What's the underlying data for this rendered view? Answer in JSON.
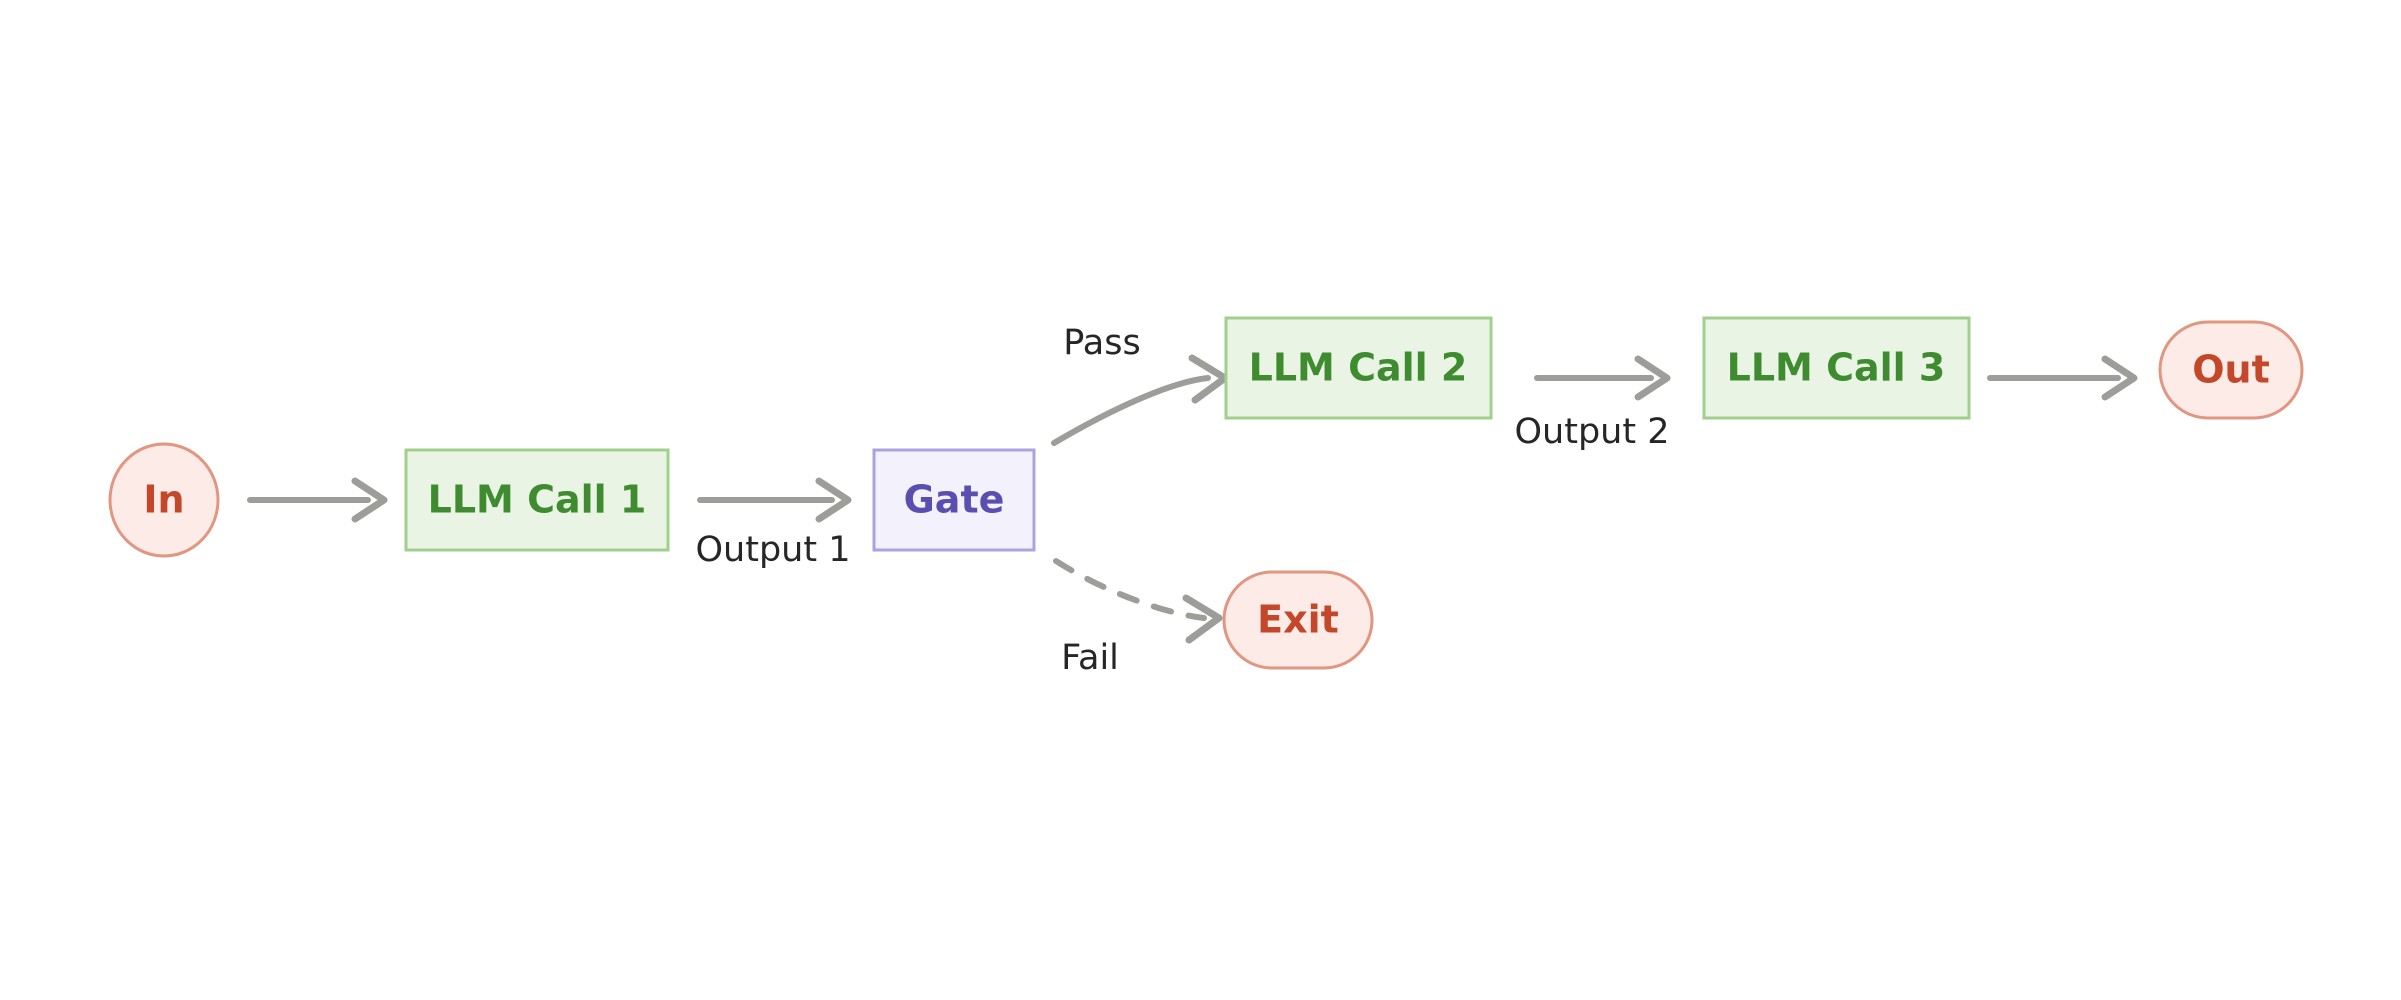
{
  "diagram": {
    "type": "flowchart",
    "orientation": "left-to-right",
    "background_color": "#ffffff",
    "nodes": [
      {
        "id": "in",
        "label": "In",
        "shape": "ellipse",
        "fill": "#fcebe6",
        "stroke": "#e09680",
        "text_color": "#c4472a"
      },
      {
        "id": "llm1",
        "label": "LLM Call 1",
        "shape": "rect",
        "fill": "#eaf4e4",
        "stroke": "#a0cf8e",
        "text_color": "#3f8c30"
      },
      {
        "id": "gate",
        "label": "Gate",
        "shape": "rect",
        "fill": "#f3f1fb",
        "stroke": "#aba3dd",
        "text_color": "#5a4fb0"
      },
      {
        "id": "llm2",
        "label": "LLM Call 2",
        "shape": "rect",
        "fill": "#eaf4e4",
        "stroke": "#a0cf8e",
        "text_color": "#3f8c30"
      },
      {
        "id": "llm3",
        "label": "LLM Call 3",
        "shape": "rect",
        "fill": "#eaf4e4",
        "stroke": "#a0cf8e",
        "text_color": "#3f8c30"
      },
      {
        "id": "out",
        "label": "Out",
        "shape": "stadium",
        "fill": "#fcebe6",
        "stroke": "#e09680",
        "text_color": "#c4472a"
      },
      {
        "id": "exit",
        "label": "Exit",
        "shape": "stadium",
        "fill": "#fcebe6",
        "stroke": "#e09680",
        "text_color": "#c4472a"
      }
    ],
    "edges": [
      {
        "id": "e1",
        "from": "in",
        "to": "llm1",
        "label": "",
        "style": "solid"
      },
      {
        "id": "e2",
        "from": "llm1",
        "to": "gate",
        "label": "Output 1",
        "style": "solid"
      },
      {
        "id": "e3",
        "from": "gate",
        "to": "llm2",
        "label": "Pass",
        "style": "solid"
      },
      {
        "id": "e4",
        "from": "gate",
        "to": "exit",
        "label": "Fail",
        "style": "dashed"
      },
      {
        "id": "e5",
        "from": "llm2",
        "to": "llm3",
        "label": "Output 2",
        "style": "solid"
      },
      {
        "id": "e6",
        "from": "llm3",
        "to": "out",
        "label": "",
        "style": "solid"
      }
    ],
    "edge_color": "#9d9d99"
  }
}
